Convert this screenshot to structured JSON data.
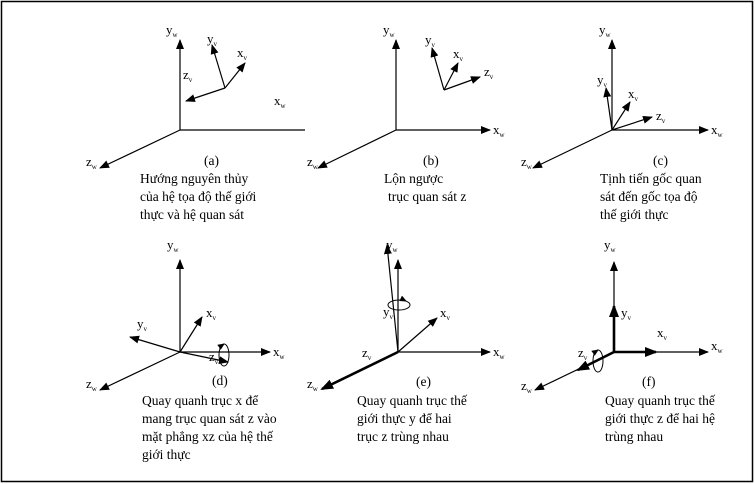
{
  "panels": [
    {
      "tag": "(a)",
      "caption": [
        "Hướng nguyên thủy",
        "của hệ tọa độ thế giới",
        "thực và hệ quan sát"
      ]
    },
    {
      "tag": "(b)",
      "caption": [
        "Lộn ngược",
        "trục quan sát z"
      ]
    },
    {
      "tag": "(c)",
      "caption": [
        "Tịnh tiến gốc quan",
        "sát đến gốc tọa độ",
        "thế giới thực"
      ]
    },
    {
      "tag": "(d)",
      "caption": [
        "Quay quanh trục x để",
        "mang trục quan sát z vào",
        "mặt phẳng xz của hệ thế",
        "giới thực"
      ]
    },
    {
      "tag": "(e)",
      "caption": [
        "Quay quanh trục  thế",
        "giới thực y để hai",
        "trục z trùng nhau"
      ]
    },
    {
      "tag": "(f)",
      "caption": [
        "Quay quanh trục thế",
        "giới thực z để hai hệ",
        "trùng nhau"
      ]
    }
  ],
  "axes": {
    "world": {
      "x": "x",
      "y": "y",
      "z": "z",
      "sub": "w"
    },
    "view": {
      "x": "x",
      "y": "y",
      "z": "z",
      "sub": "v"
    }
  }
}
